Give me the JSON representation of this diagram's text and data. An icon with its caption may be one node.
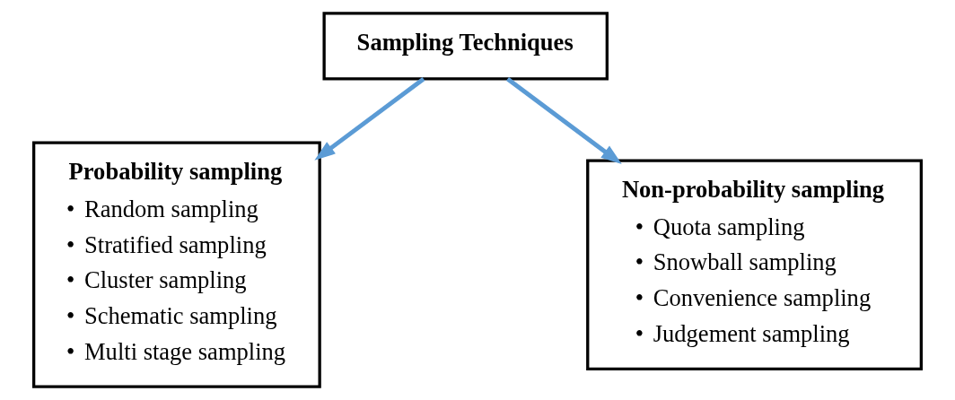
{
  "diagram": {
    "nodes": [
      {
        "text": [
          "Sampling Techniques"
        ]
      },
      {
        "text": [
          "Probability sampling",
          "•\tRandom sampling",
          "•\tStratified sampling",
          "•\tCluster sampling",
          "•\tSchematic sampling",
          "•\tMulti stage sampling"
        ]
      },
      {
        "text": [
          "Non-probability sampling",
          "•\tQuota sampling",
          "•\tSnowball sampling",
          "•\tConvenience sampling",
          "•\tJudgement sampling"
        ]
      }
    ],
    "edges": [
      {
        "from": 0,
        "to": 1,
        "arrow": "to"
      },
      {
        "from": 0,
        "to": 2,
        "arrow": "to"
      }
    ]
  }
}
